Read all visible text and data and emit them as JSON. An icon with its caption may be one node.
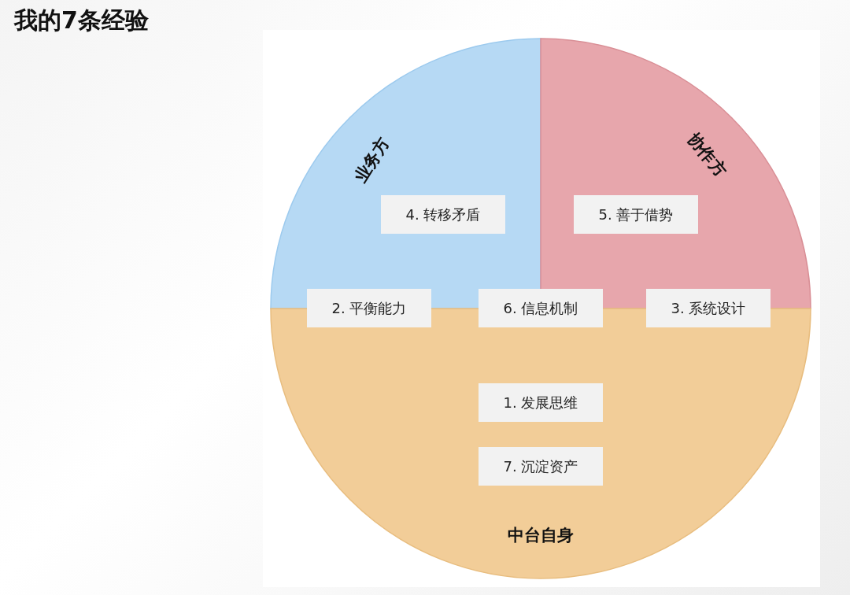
{
  "diagram": {
    "title": "我的7条经验",
    "nodes": [
      {
        "text": [
          "业务方"
        ]
      },
      {
        "text": [
          "协作方"
        ]
      },
      {
        "text": [
          "中台自身"
        ]
      },
      {
        "text": [
          "4. 转移矛盾"
        ],
        "in": 0
      },
      {
        "text": [
          "5. 善于借势"
        ],
        "in": 1
      },
      {
        "text": [
          "2. 平衡能力"
        ]
      },
      {
        "text": [
          "6. 信息机制"
        ]
      },
      {
        "text": [
          "3. 系统设计"
        ]
      },
      {
        "text": [
          "1. 发展思维"
        ],
        "in": 2
      },
      {
        "text": [
          "7. 沉淀资产"
        ],
        "in": 2
      }
    ],
    "edges": []
  }
}
